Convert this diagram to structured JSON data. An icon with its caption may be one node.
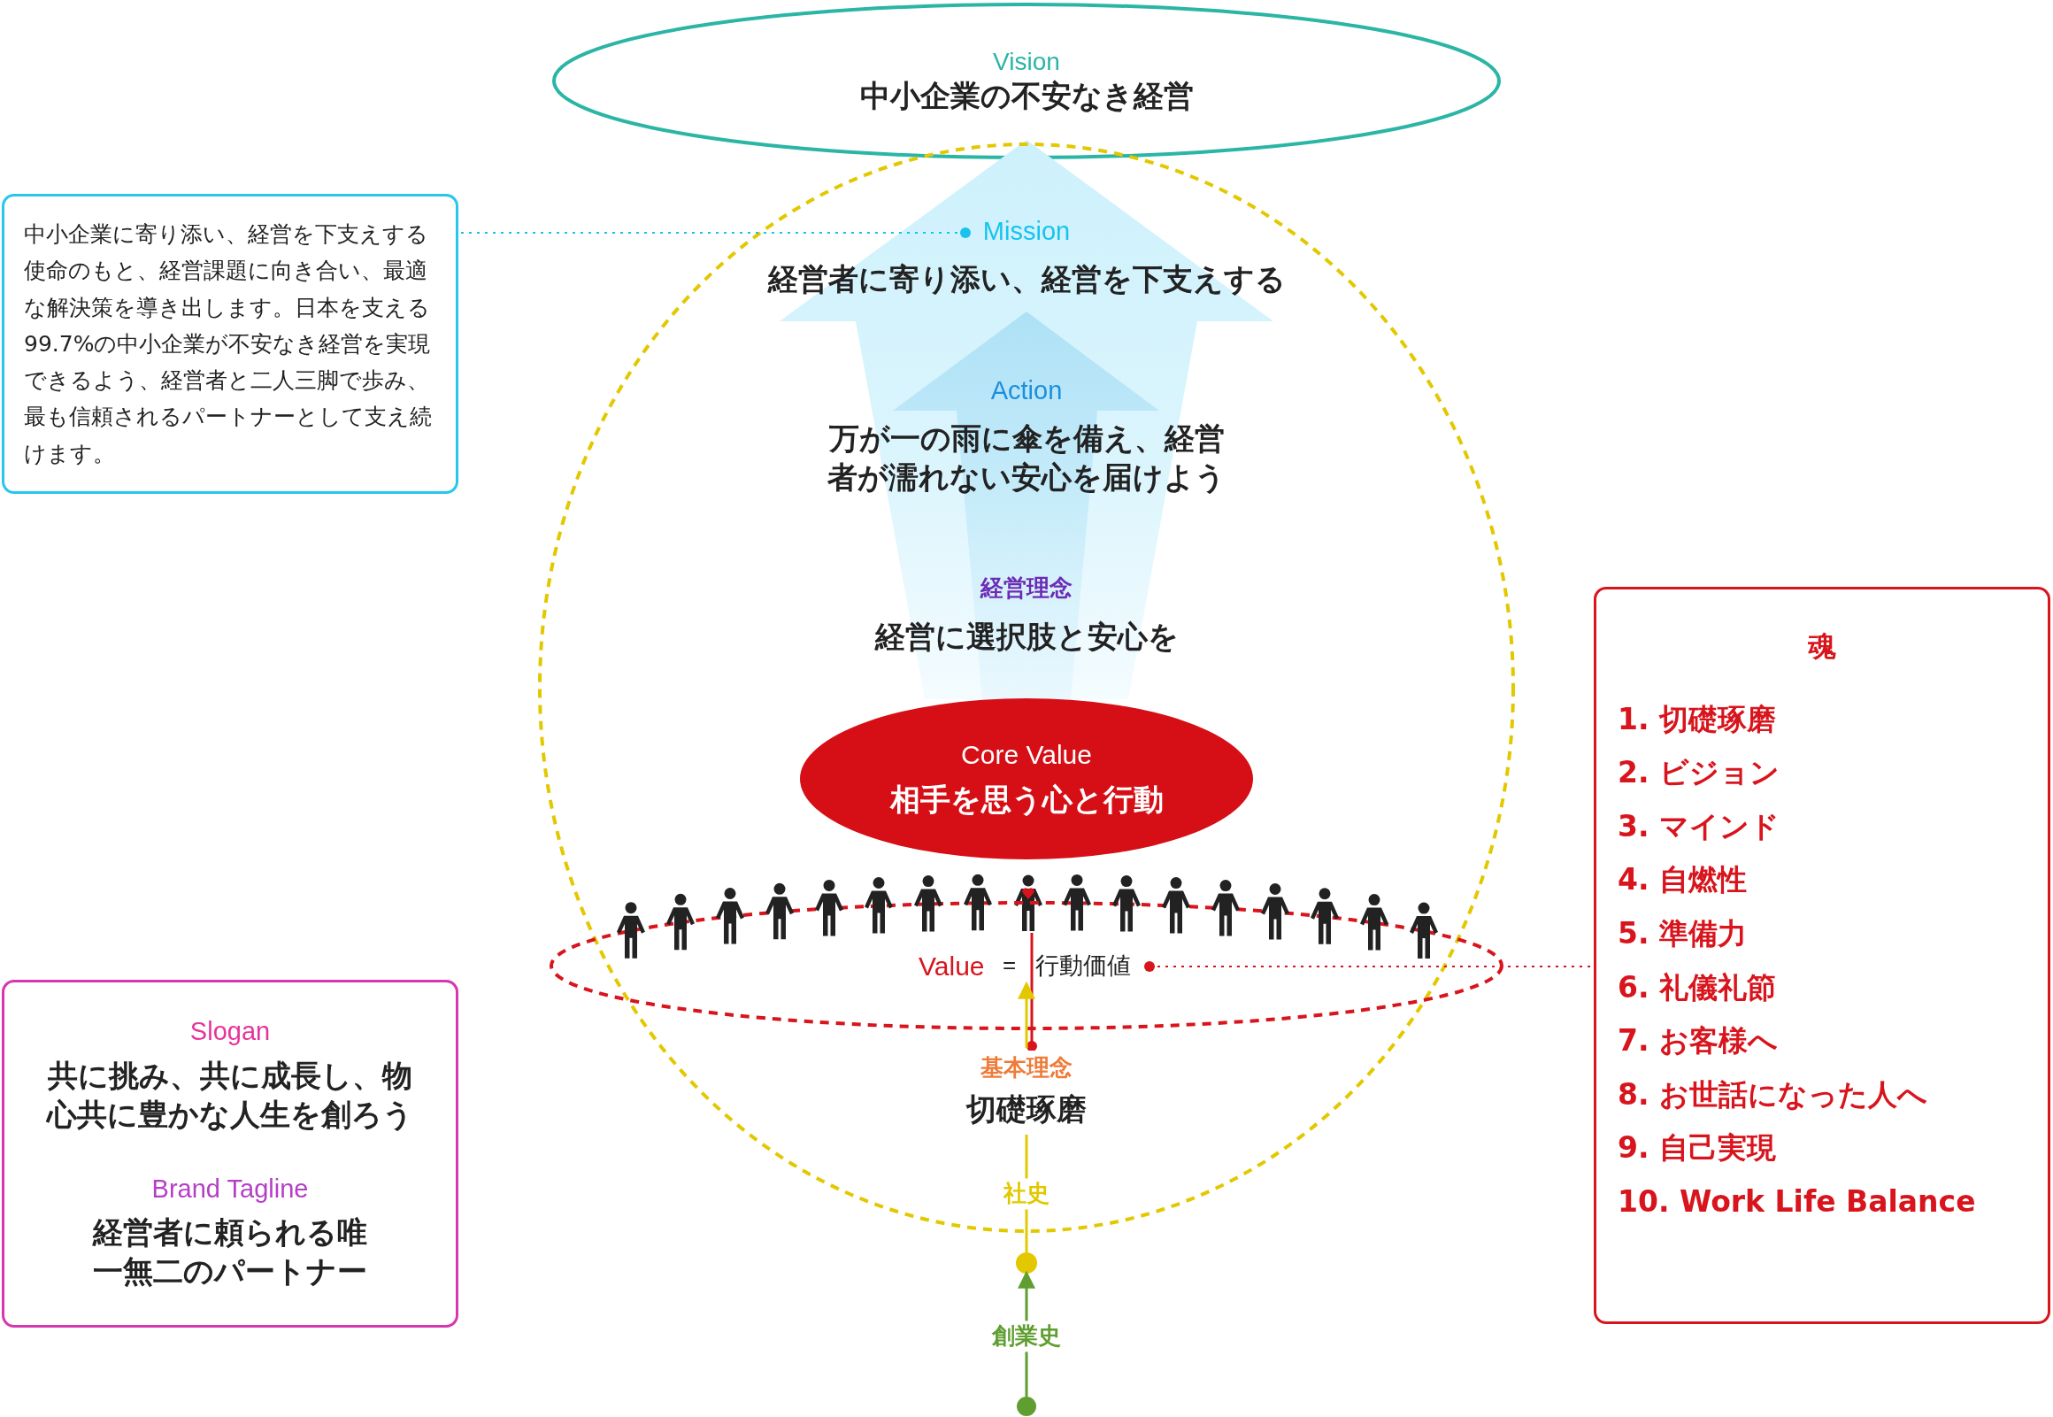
{
  "diagram": {
    "nodes": [
      {
        "text": [
          "Vision",
          "中小企業の不安なき経営"
        ]
      },
      {
        "text": [
          "Mission",
          "経営者に寄り添い、経営を下支えする"
        ]
      },
      {
        "text": [
          "Action",
          "万が一の雨に傘を備え、経営者が濡れない安心を届けよう"
        ],
        "in": 1
      },
      {
        "text": [
          "経営理念",
          "経営に選択肢と安心を"
        ],
        "in": 2
      },
      {
        "text": [
          "Core Value",
          "相手を思う心と行動"
        ]
      },
      {
        "text": [],
        "shape": "person"
      },
      {
        "text": [
          "Value",
          "=",
          "行動価値"
        ]
      },
      {
        "text": [
          "基本理念",
          "切礎琢磨"
        ]
      },
      {
        "text": [],
        "shape": "circle"
      },
      {
        "text": [],
        "shape": "circle"
      },
      {
        "text": [
          "中小企業に寄り添い、経営を下支えする使命のもと、経営課題に向き合い、最適な解決策を導き出します。日本を支える99.7%の中小企業が不安なき経営を実現できるよう、経営者と二人三脚で歩み、最も信頼されるパートナーとして支え続けます。"
        ]
      },
      {
        "text": [
          "Slogan",
          "共に挑み、共に成長し、物心共に豊かな人生を創ろう",
          "Brand Tagline",
          "経営者に頼られる唯一無二のパートナー"
        ]
      },
      {
        "text": [
          "魂",
          "1. 切礎琢磨",
          "2. ビジョン",
          "3. マインド",
          "4. 自燃性",
          "5. 準備力",
          "6. 礼儀礼節",
          "7. お客様へ",
          "8. お世話になった人へ",
          "9. 自己実現",
          "10. Work Life Balance"
        ]
      }
    ],
    "edges": [
      {
        "from": 1,
        "to": 10,
        "arrow": "other",
        "style": "dashed",
        "color": "#17c3ee"
      },
      {
        "from": 6,
        "to": 12,
        "arrow": "other",
        "style": "dashed",
        "color": "#d8141c"
      },
      {
        "from": 7,
        "to": 5,
        "arrow": "other",
        "color": "#d8141c"
      },
      {
        "from": 8,
        "to": 7,
        "arrow": "none",
        "label": "社史",
        "color": "#e3c800"
      },
      {
        "from": 9,
        "to": 8,
        "arrow": "to",
        "label": "創業史",
        "color": "#5f9e30"
      },
      {
        "from": 7,
        "to": 6,
        "arrow": "to",
        "color": "#e3c800"
      }
    ]
  }
}
